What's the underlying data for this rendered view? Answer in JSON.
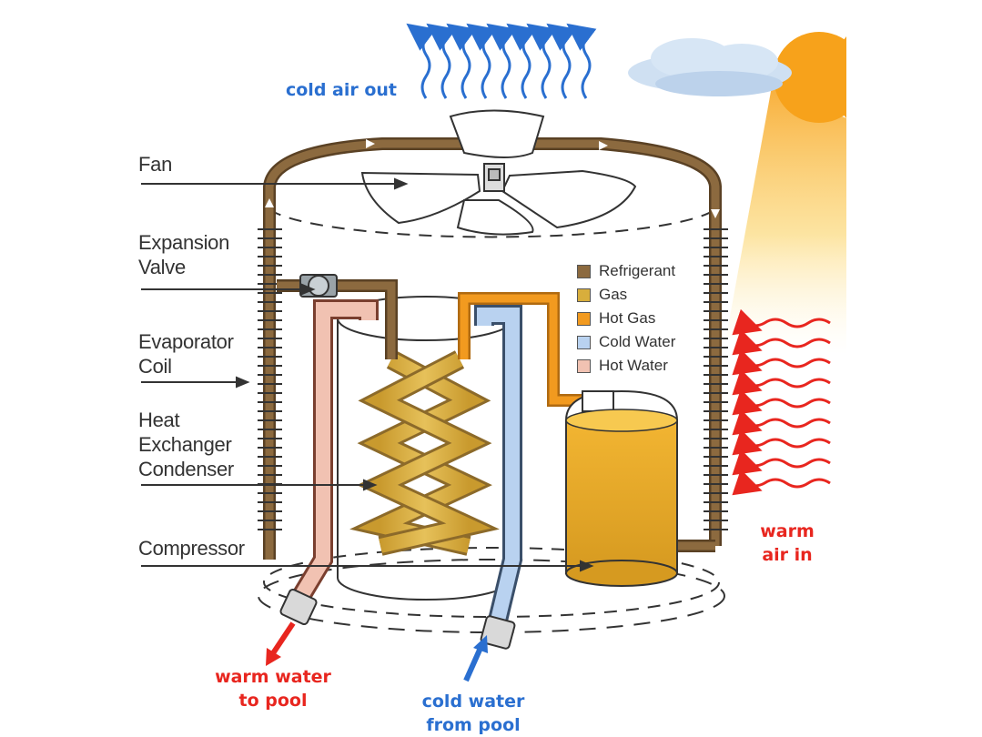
{
  "diagram": {
    "components": {
      "fan": "Fan",
      "expansion_valve": [
        "Expansion",
        "Valve"
      ],
      "evaporator_coil": [
        "Evaporator",
        "Coil"
      ],
      "heat_exchanger": [
        "Heat",
        "Exchanger",
        "Condenser"
      ],
      "compressor": "Compressor"
    },
    "flows": {
      "air_out": "cold air out",
      "air_in": [
        "warm",
        "air in"
      ],
      "water_out": [
        "warm water",
        "to pool"
      ],
      "water_in": [
        "cold water",
        "from pool"
      ]
    },
    "legend": [
      {
        "label": "Refrigerant",
        "color": "#8c6a3f"
      },
      {
        "label": "Gas",
        "color": "#d8ae3c"
      },
      {
        "label": "Hot Gas",
        "color": "#f29a1f"
      },
      {
        "label": "Cold Water",
        "color": "#b9d2f0"
      },
      {
        "label": "Hot Water",
        "color": "#f1c2b2"
      }
    ],
    "colors": {
      "arrow_cold": "#2a6fd0",
      "arrow_warm": "#e8261f",
      "sun": "#f7a21b"
    }
  }
}
